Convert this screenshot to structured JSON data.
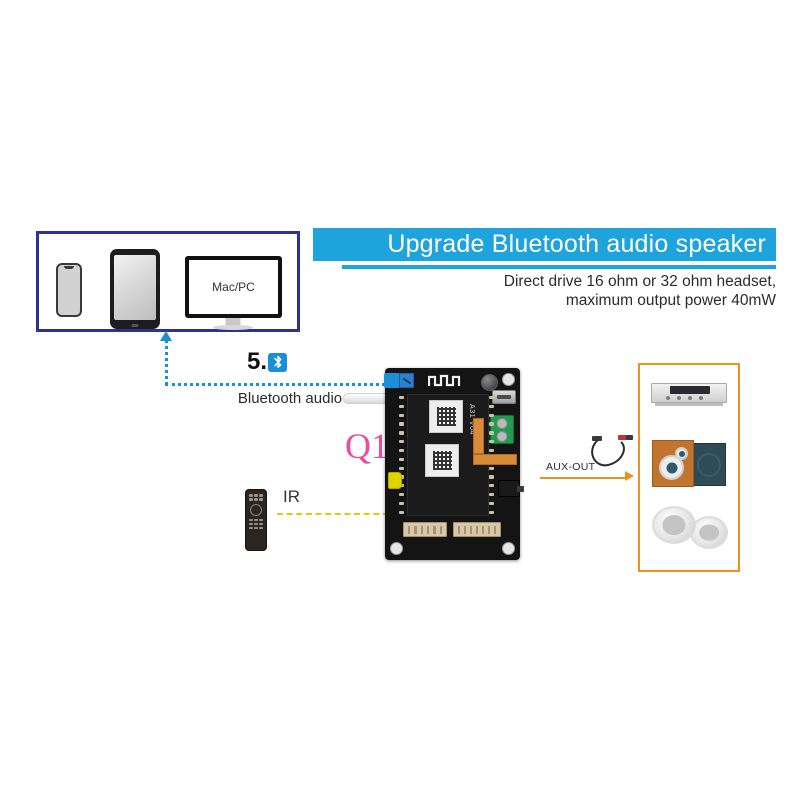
{
  "header": {
    "banner_title": "Upgrade Bluetooth audio speaker",
    "subtitle": "Direct drive 16 ohm or 32 ohm headset,\nmaximum output power 40mW",
    "banner_color": "#1fa3dc",
    "subtitle_color": "#2b2b2b"
  },
  "sources": {
    "panel_border_color": "#2e3192",
    "monitor_label": "Mac/PC",
    "devices": [
      {
        "name": "smartphone"
      },
      {
        "name": "tablet"
      },
      {
        "name": "desktop-monitor"
      }
    ]
  },
  "bluetooth": {
    "step_number": "5.",
    "icon_name": "bluetooth-icon",
    "label": "Bluetooth audio",
    "line_color": "#1b8fd6"
  },
  "infrared": {
    "label": "IR",
    "beam_color": "#e8c800",
    "remote_name": "ir-remote-control"
  },
  "board": {
    "model_label": "Q1",
    "model_color": "#ec4a9b",
    "silkscreen": "A31 V04",
    "ports": [
      {
        "name": "micro-usb-port"
      },
      {
        "name": "green-screw-terminal"
      },
      {
        "name": "audio-jack"
      },
      {
        "name": "ir-receiver"
      },
      {
        "name": "jst-connector"
      }
    ]
  },
  "aux": {
    "label": "AUX-OUT",
    "arrow_color": "#e8921f",
    "cable_name": "rca-to-aux-cable"
  },
  "outputs": {
    "panel_border_color": "#e8921f",
    "devices": [
      {
        "name": "stereo-amplifier"
      },
      {
        "name": "bookshelf-speakers"
      },
      {
        "name": "ceiling-speakers"
      }
    ]
  }
}
